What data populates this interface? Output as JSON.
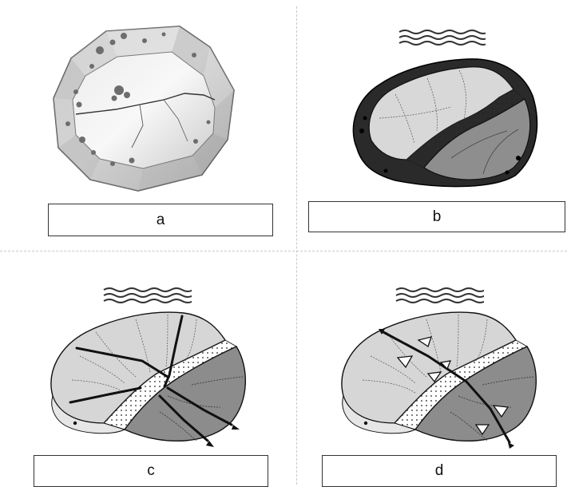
{
  "panels": [
    {
      "id": "a",
      "label": "a"
    },
    {
      "id": "b",
      "label": "b"
    },
    {
      "id": "c",
      "label": "c"
    },
    {
      "id": "d",
      "label": "d"
    }
  ],
  "colors": {
    "light_rock": "#d6d6d6",
    "dark_rock": "#8c8c8c",
    "outline": "#111111",
    "sand": "#f4f4f4"
  }
}
